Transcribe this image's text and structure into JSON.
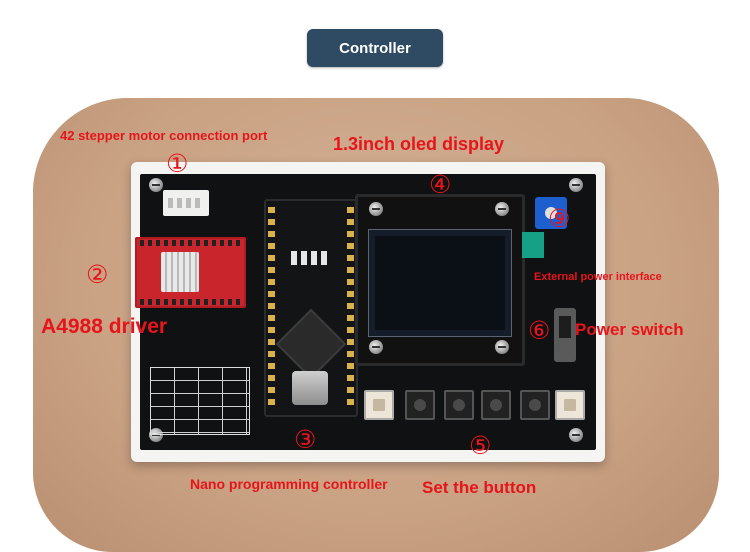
{
  "header": {
    "title": "Controller"
  },
  "annotations": {
    "stepper_port": {
      "marker": "①",
      "label": "42 stepper motor connection port"
    },
    "oled": {
      "marker": "④",
      "label": "1.3inch oled display"
    },
    "driver": {
      "marker": "②",
      "label": "A4988 driver"
    },
    "external_power": {
      "marker": "⑨",
      "label": "External power interface"
    },
    "power_switch": {
      "marker": "⑥",
      "label": "Power switch"
    },
    "nano": {
      "marker": "③",
      "label": "Nano programming controller"
    },
    "buttons": {
      "marker": "⑤",
      "label": "Set the button"
    }
  },
  "colors": {
    "accent": "#e8141b",
    "badge": "#2f4a63"
  }
}
